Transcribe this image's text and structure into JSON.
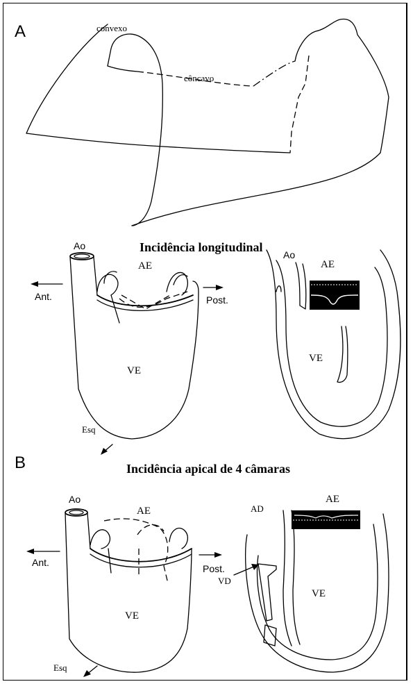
{
  "panel_a": {
    "letter": "A",
    "label_convex": "convexo",
    "label_concave": "côncavo",
    "title_long": "Incidência longitudinal",
    "ao": "Ao",
    "ae": "AE",
    "ve": "VE",
    "ant": "Ant.",
    "post": "Post.",
    "esq": "Esq",
    "echo_ao": "Ao",
    "echo_ae": "AE",
    "echo_ve": "VE"
  },
  "panel_b": {
    "letter": "B",
    "title_apical": "Incidência apical de 4 câmaras",
    "ao": "Ao",
    "ae": "AE",
    "ve": "VE",
    "ant": "Ant.",
    "post": "Post.",
    "esq": "Esq",
    "echo_ad": "AD",
    "echo_ae": "AE",
    "echo_ve": "VE",
    "echo_vd": "VD"
  }
}
